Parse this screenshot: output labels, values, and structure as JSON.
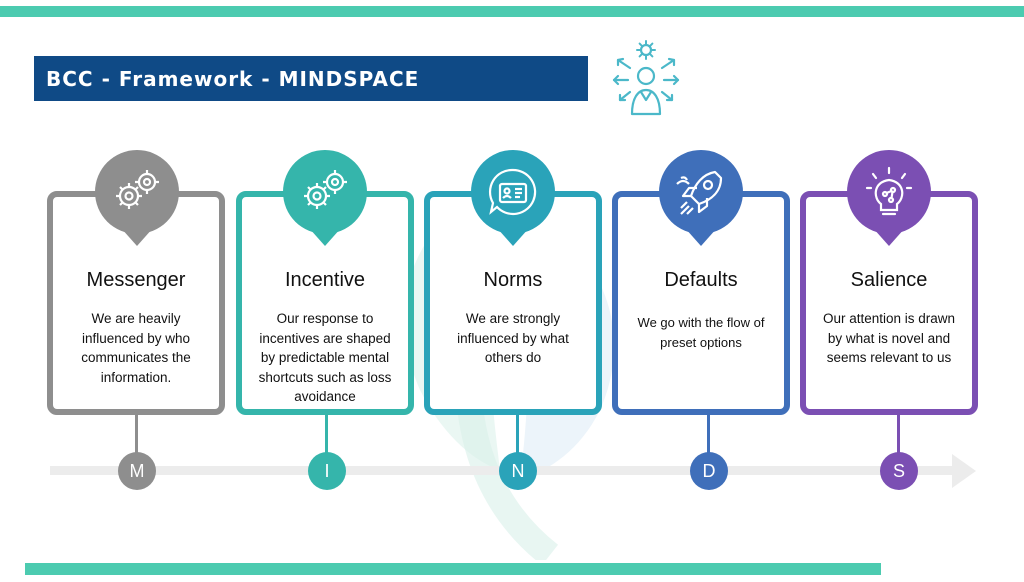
{
  "title": "BCC - Framework - MINDSPACE",
  "colors": {
    "accent_bar": "#4ccbb0",
    "title_bg": "#0f4a86",
    "timeline": "#ececec"
  },
  "header_icon": "person-with-gear-and-arrows-icon",
  "stages": [
    {
      "letter": "M",
      "title": "Messenger",
      "description": "We are heavily influenced by who communicates the information.",
      "color": "#8e8e8e",
      "icon": "gears-icon"
    },
    {
      "letter": "I",
      "title": "Incentive",
      "description": "Our response to incentives are shaped by predictable mental shortcuts such as loss avoidance",
      "color": "#35b5ab",
      "icon": "gears-icon"
    },
    {
      "letter": "N",
      "title": "Norms",
      "description": "We are strongly influenced by what others do",
      "color": "#2aa3b9",
      "icon": "id-card-chat-icon"
    },
    {
      "letter": "D",
      "title": "Defaults",
      "description": "We go with the flow of preset options",
      "color": "#3f6fba",
      "icon": "rocket-icon"
    },
    {
      "letter": "S",
      "title": "Salience",
      "description": "Our attention is drawn by what is novel and seems relevant to us",
      "color": "#7b4fb3",
      "icon": "lightbulb-idea-icon"
    }
  ]
}
